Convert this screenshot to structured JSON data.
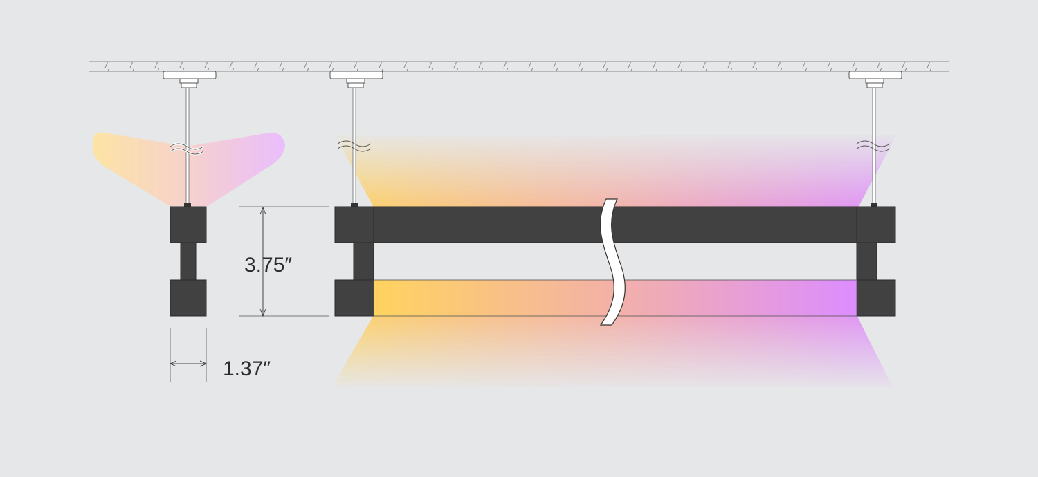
{
  "dimensions": {
    "height_label": "3.75″",
    "width_label": "1.37″"
  },
  "colors": {
    "background": "#e6e7e9",
    "fixture_body": "#414141",
    "fixture_edge": "#2a2a2a",
    "light_warm": "#ffd35f",
    "light_mid": "#f3b1a8",
    "light_cool": "#dd8dff",
    "ceiling_line": "#8a8a8a"
  },
  "icons": {
    "height_dimension_arrow": "vertical-double-arrow",
    "width_dimension_arrow": "horizontal-double-arrow",
    "cable_break": "wave-break-symbol",
    "fixture_break": "s-curve-break-symbol"
  }
}
